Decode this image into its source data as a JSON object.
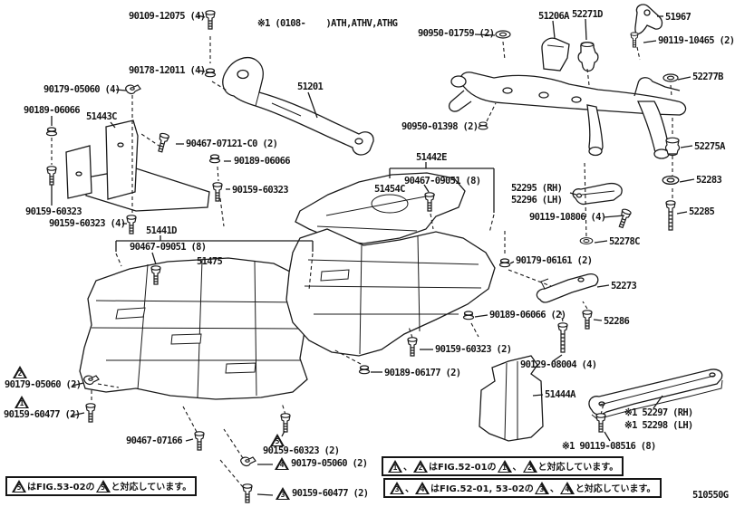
{
  "doc": {
    "figure_code": "510550G",
    "top_note": "※1 (0108-    )ATH,ATHV,ATHG",
    "colors": {
      "ink": "#1a1a1a",
      "background": "#ffffff"
    },
    "icons": {
      "bolt-icon": "svg hex-head bolt glyph",
      "long-bolt-icon": "svg long shank bolt glyph",
      "nut-icon": "svg flange nut glyph",
      "clip-icon": "svg retainer clip glyph",
      "washer-icon": "svg washer/grommet ellipse glyph",
      "cushion-icon": "svg rubber cushion glyph",
      "warning-triangle": "outlined triangle with number"
    }
  },
  "labels": {
    "n90109": "90109-12075 (4)",
    "n90178": "90178-12011 (4)",
    "n90950_01759": "90950-01759 (2)",
    "n51206A": "51206A",
    "n52271D": "52271D",
    "n51967": "51967",
    "n90119_10465": "90119-10465 (2)",
    "n52277B": "52277B",
    "n90179_05060_4": "90179-05060 (4)",
    "n90189_06066_a": "90189-06066",
    "n51443C": "51443C",
    "n51201": "51201",
    "n90467_07121": "90467-07121-C0 (2)",
    "n90950_01398": "90950-01398 (2)",
    "n52275A": "52275A",
    "n90189_06066_b": "90189-06066",
    "n51442E": "51442E",
    "n52295": "52295 (RH)",
    "n52296": "52296 (LH)",
    "n52283": "52283",
    "n90159_60323_a": "90159-60323",
    "n90159_60323_b": "90159-60323",
    "n51454C": "51454C",
    "n90467_09051_c": "90467-09051 (8)",
    "n90467_09051_l": "90467-09051 (8)",
    "n52285": "52285",
    "n90119_10806": "90119-10806 (4)",
    "n90159_60323_4": "90159-60323 (4)",
    "n51441D": "51441D",
    "n52278C": "52278C",
    "n51475": "51475",
    "n90179_06161": "90179-06161 (2)",
    "n52273": "52273",
    "n90189_06066_2": "90189-06066 (2)",
    "n52286": "52286",
    "n90159_60323_2m": "90159-60323 (2)",
    "n90129_08004": "90129-08004 (4)",
    "n90189_06177": "90189-06177 (2)",
    "n51444A": "51444A",
    "tri2_90179_05060": "90179-05060 (2)",
    "tri1_90159_60477": "90159-60477 (2)",
    "n90467_07166": "90467-07166",
    "tri5_90159_60323": "90159-60323 (2)",
    "tri4_90179_05060": "90179-05060 (2)",
    "tri3_90159_60477": "90159-60477 (2)",
    "n52297": "※1 52297 (RH)",
    "n52298": "※1 52298 (LH)",
    "n90119_08516": "※1 90119-08516 (8)"
  },
  "triangles": {
    "t1": "1",
    "t2": "2",
    "t3": "3",
    "t4": "4",
    "t5": "5"
  },
  "notes": {
    "a": {
      "t1": "5",
      "s1": "はFIG.53-02の",
      "t2": "5",
      "s2": "と対応しています。"
    },
    "b": {
      "t1": "1",
      "x1": "、",
      "t2": "2",
      "s1": "はFIG.52-01の",
      "t3": "1",
      "x2": "、",
      "t4": "2",
      "s2": "と対応しています。"
    },
    "c": {
      "t1": "3",
      "x1": "、",
      "t2": "4",
      "s1": "はFIG.52-01, 53-02の",
      "t3": "3",
      "x2": "、",
      "t4": "4",
      "s2": "と対応しています。"
    }
  }
}
